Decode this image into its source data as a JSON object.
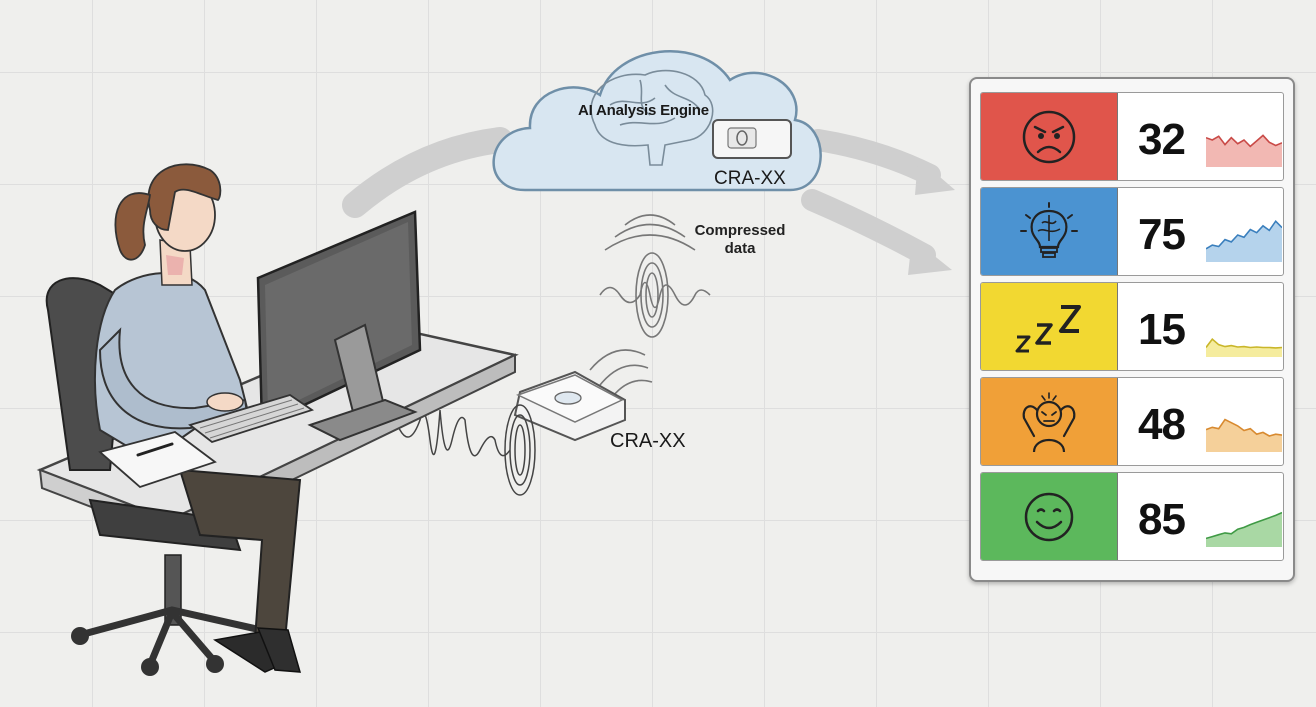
{
  "cloud": {
    "engine_label": "AI Analysis Engine",
    "device_label": "CRA-XX"
  },
  "transmission": {
    "compressed_label_line1": "Compressed",
    "compressed_label_line2": "data"
  },
  "desk_device": {
    "label": "CRA-XX"
  },
  "panel": {
    "rows": [
      {
        "icon": "angry-face-icon",
        "color": "#e0554b",
        "line": "#c94a47",
        "fill": "#f2b8b3",
        "value": "32",
        "trend": [
          0.55,
          0.5,
          0.58,
          0.4,
          0.55,
          0.42,
          0.5,
          0.36,
          0.48,
          0.6,
          0.45,
          0.38,
          0.44
        ]
      },
      {
        "icon": "lightbulb-brain-icon",
        "color": "#4b93d1",
        "line": "#3a7fbd",
        "fill": "#b5d3ec",
        "value": "75",
        "trend": [
          0.2,
          0.28,
          0.25,
          0.4,
          0.35,
          0.5,
          0.45,
          0.62,
          0.55,
          0.7,
          0.6,
          0.8,
          0.66
        ]
      },
      {
        "icon": "sleep-zzz-icon",
        "color": "#f2d831",
        "line": "#c9b62a",
        "fill": "#f5ec9e",
        "value": "15",
        "trend": [
          0.12,
          0.3,
          0.18,
          0.14,
          0.16,
          0.13,
          0.14,
          0.12,
          0.13,
          0.12,
          0.12,
          0.11,
          0.12
        ]
      },
      {
        "icon": "stressed-person-icon",
        "color": "#f0a038",
        "line": "#d88a30",
        "fill": "#f5d09a",
        "value": "48",
        "trend": [
          0.4,
          0.45,
          0.42,
          0.62,
          0.55,
          0.48,
          0.38,
          0.42,
          0.3,
          0.34,
          0.26,
          0.3,
          0.28
        ]
      },
      {
        "icon": "smiley-face-icon",
        "color": "#5cb85c",
        "line": "#3f9a45",
        "fill": "#a9d8a4",
        "value": "85",
        "trend": [
          0.1,
          0.14,
          0.18,
          0.22,
          0.2,
          0.3,
          0.34,
          0.4,
          0.45,
          0.5,
          0.55,
          0.6,
          0.66
        ]
      }
    ]
  }
}
